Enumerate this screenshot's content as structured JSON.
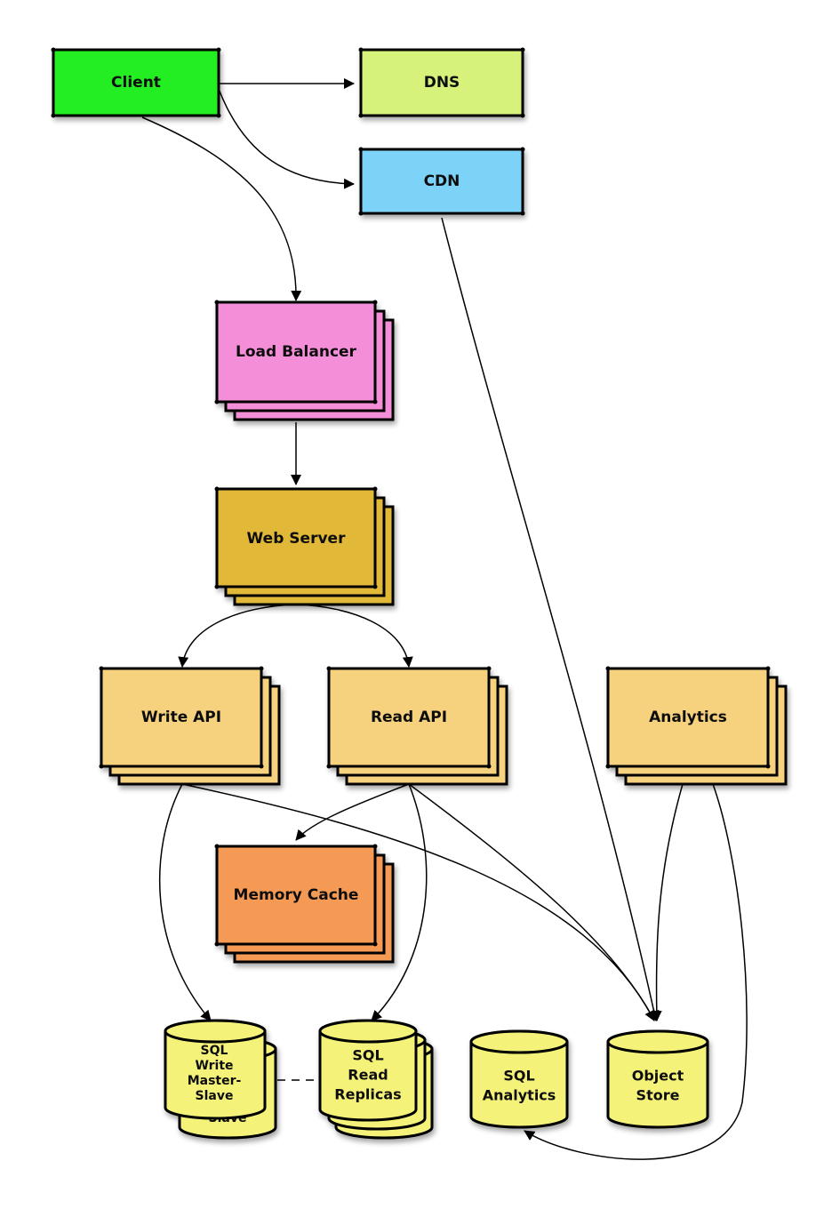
{
  "colors": {
    "client": "#22ee22",
    "dns": "#d6f27a",
    "cdn": "#7dd3f7",
    "load_balancer": "#f58ed8",
    "web_server": "#e1b838",
    "api": "#f7d27e",
    "memory_cache": "#f59a55",
    "datastore": "#f5f27a"
  },
  "nodes": {
    "client": "Client",
    "dns": "DNS",
    "cdn": "CDN",
    "load_balancer": "Load Balancer",
    "web_server": "Web Server",
    "write_api": "Write API",
    "read_api": "Read API",
    "analytics": "Analytics",
    "memory_cache": "Memory Cache",
    "sql_write": [
      "SQL",
      "Write",
      "Master-",
      "Slave"
    ],
    "sql_write_back": "Slave",
    "sql_read": [
      "SQL",
      "Read",
      "Replicas"
    ],
    "sql_analytics": [
      "SQL",
      "Analytics"
    ],
    "object_store": [
      "Object",
      "Store"
    ]
  }
}
